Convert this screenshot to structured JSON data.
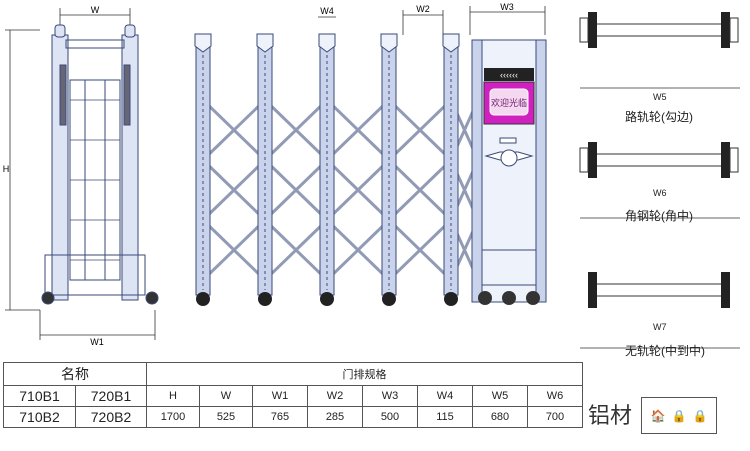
{
  "diagram": {
    "side_view_dims": {
      "top": "W",
      "left": "H",
      "bottom": "W1"
    },
    "front_view_dims": [
      "W4",
      "W2",
      "W3"
    ],
    "sign_text": "欢迎光临",
    "post_count": 5,
    "colors": {
      "line": "#3a4a7a",
      "fill": "#c9d4ec",
      "sign": "#d020c0",
      "wheel": "#222222"
    }
  },
  "wheels": [
    {
      "dim": "W5",
      "caption": "路轨轮(勾边)"
    },
    {
      "dim": "W6",
      "caption": "角钢轮(角中)"
    },
    {
      "dim": "W7",
      "caption": "无轨轮(中到中)"
    }
  ],
  "table": {
    "name_header": "名称",
    "spec_header": "门排规格",
    "models": [
      [
        "710B1",
        "720B1"
      ],
      [
        "710B2",
        "720B2"
      ]
    ],
    "columns": [
      "H",
      "W",
      "W1",
      "W2",
      "W3",
      "W4",
      "W5",
      "W6"
    ],
    "values": [
      "1700",
      "525",
      "765",
      "285",
      "500",
      "115",
      "680",
      "700"
    ]
  },
  "material": {
    "label": "铝材",
    "icons": [
      "🏠",
      "🔒",
      "🔒"
    ]
  }
}
